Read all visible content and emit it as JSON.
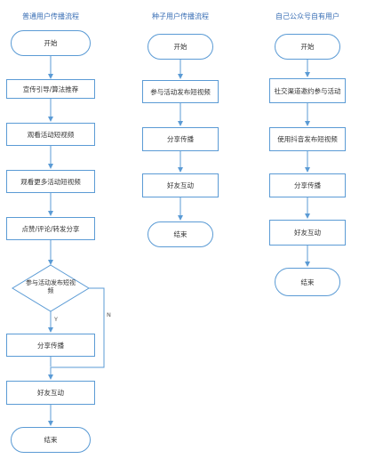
{
  "columns": [
    {
      "title": "普通用户传播流程",
      "nodes": [
        "开始",
        "宣传引导/算法推荐",
        "观看活动短视频",
        "观看更多活动短视频",
        "点赞/评论/转发分享",
        "参与活动发布短视频",
        "分享传播",
        "好友互动",
        "结束"
      ],
      "branch_labels": {
        "yes": "Y",
        "no": "N"
      }
    },
    {
      "title": "种子用户传播流程",
      "nodes": [
        "开始",
        "参与活动发布短视频",
        "分享传播",
        "好友互动",
        "结束"
      ]
    },
    {
      "title": "自己公众号自有用户",
      "nodes": [
        "开始",
        "社交渠道邀约参与活动",
        "使用抖音发布短视频",
        "分享传播",
        "好友互动",
        "结束"
      ]
    }
  ],
  "colors": {
    "line": "#5b9bd5",
    "text": "#333333",
    "title": "#3a6fb5"
  }
}
